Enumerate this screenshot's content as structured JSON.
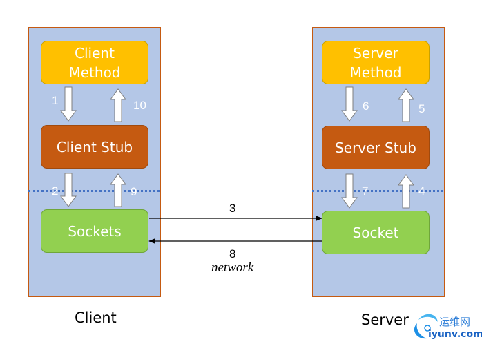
{
  "client": {
    "method": "Client\nMethod",
    "stub": "Client Stub",
    "sockets": "Sockets",
    "caption": "Client",
    "steps": {
      "s1": "1",
      "s10": "10",
      "s2": "2",
      "s9": "9"
    }
  },
  "server": {
    "method": "Server\nMethod",
    "stub": "Server Stub",
    "socket": "Socket",
    "caption": "Server",
    "steps": {
      "s6": "6",
      "s5": "5",
      "s7": "7",
      "s4": "4"
    }
  },
  "network": {
    "request_step": "3",
    "response_step": "8",
    "label": "network"
  },
  "watermark": {
    "name": "运维网",
    "domain": "iyunv.com",
    "colors": {
      "name": "#2f7fd8",
      "domain": "#1a63c4"
    }
  },
  "colors": {
    "panel": "#b4c7e7",
    "method": "#ffc000",
    "stub": "#c55a11",
    "socket": "#92d050",
    "divider": "#4472c4"
  }
}
